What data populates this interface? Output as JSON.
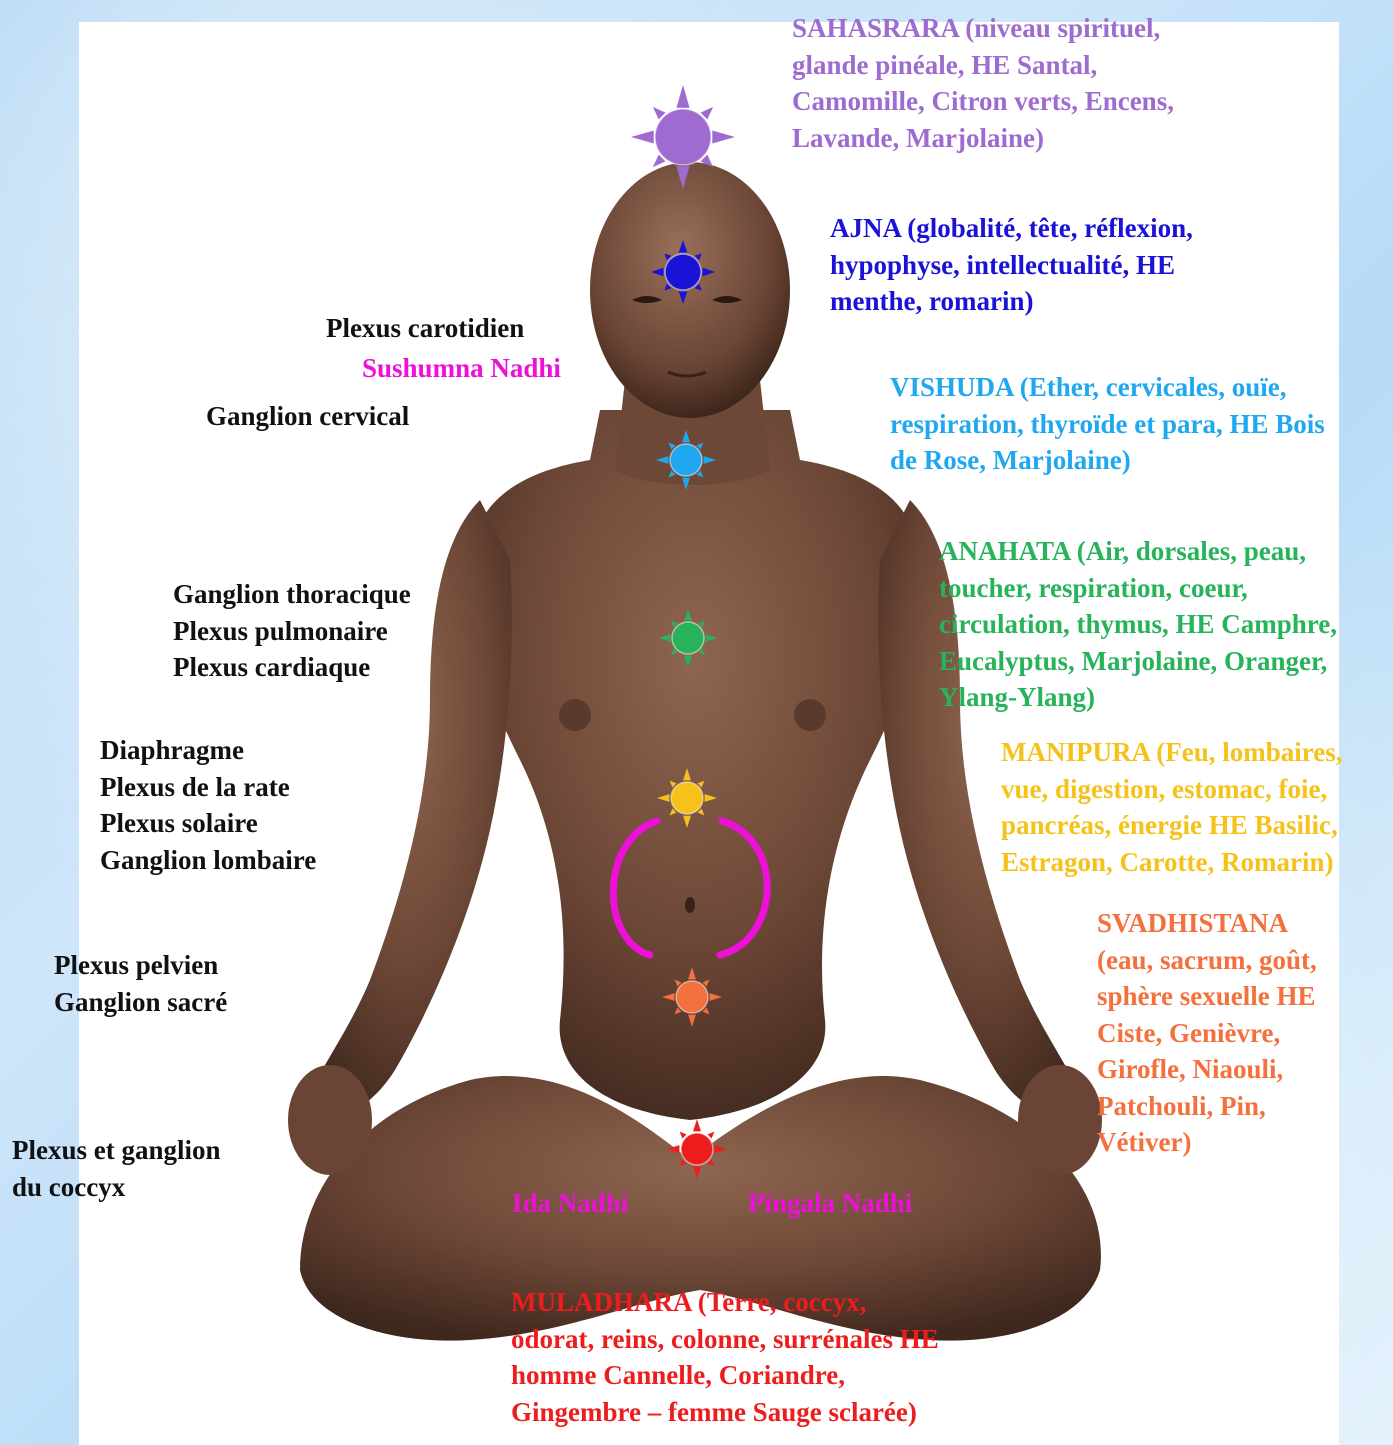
{
  "colors": {
    "sahasrara": "#9e6bd0",
    "ajna": "#1a12d6",
    "vishuda": "#1fa8f0",
    "anahata": "#27b35a",
    "manipura": "#f6c21a",
    "svadhistana": "#f4703c",
    "muladhara": "#ee1d1d",
    "nadhi": "#ee10d8",
    "plexus": "#111111",
    "skin": "#7a5240"
  },
  "chakras": {
    "sahasrara": {
      "lines": [
        "SAHASRARA (niveau spirituel,",
        "glande pinéale, HE Santal,",
        "Camomille, Citron verts, Encens,",
        "Lavande, Marjolaine)"
      ]
    },
    "ajna": {
      "lines": [
        "AJNA (globalité,  tête,  réflexion,",
        "hypophyse,  intellectualité, HE",
        "menthe, romarin)"
      ]
    },
    "vishuda": {
      "lines": [
        "VISHUDA (Ether, cervicales, ouïe,",
        "respiration, thyroïde et para, HE Bois",
        "de Rose, Marjolaine)"
      ]
    },
    "anahata": {
      "lines": [
        "ANAHATA (Air, dorsales, peau,",
        "toucher, respiration, coeur,",
        "circulation, thymus, HE Camphre,",
        "Eucalyptus, Marjolaine, Oranger,",
        "Ylang-Ylang)"
      ]
    },
    "manipura": {
      "lines": [
        "MANIPURA (Feu, lombaires,",
        "vue, digestion, estomac, foie,",
        "pancréas, énergie HE Basilic,",
        "Estragon, Carotte, Romarin)"
      ]
    },
    "svadhistana": {
      "lines": [
        "SVADHISTANA",
        "(eau, sacrum, goût,",
        "sphère sexuelle HE",
        "Ciste, Genièvre,",
        "Girofle, Niaouli,",
        "Patchouli, Pin,",
        "Vétiver)"
      ]
    },
    "muladhara": {
      "lines": [
        "MULADHARA (Terre, coccyx,",
        "odorat, reins, colonne, surrénales HE",
        "homme Cannelle, Coriandre,",
        "Gingembre – femme Sauge sclarée)"
      ]
    }
  },
  "plexus": {
    "carotidien": "Plexus carotidien",
    "cervical": "Ganglion cervical",
    "thoracic": [
      "Ganglion thoracique",
      "Plexus pulmonaire",
      "Plexus cardiaque"
    ],
    "abdominal": [
      "Diaphragme",
      "Plexus de la rate",
      "Plexus solaire",
      "Ganglion lombaire"
    ],
    "pelvic": [
      "Plexus pelvien",
      "Ganglion sacré"
    ],
    "coccyx": [
      "Plexus et ganglion",
      "du coccyx"
    ]
  },
  "nadhis": {
    "sushumna": "Sushumna Nadhi",
    "ida": "Ida Nadhi",
    "pingala": "Pingala Nadhi"
  },
  "icons": {
    "sahasrara": "sun-icon",
    "ajna": "sun-icon",
    "vishuda": "sun-icon",
    "anahata": "sun-icon",
    "manipura": "sun-icon",
    "svadhistana": "sun-icon",
    "muladhara": "sun-icon"
  }
}
